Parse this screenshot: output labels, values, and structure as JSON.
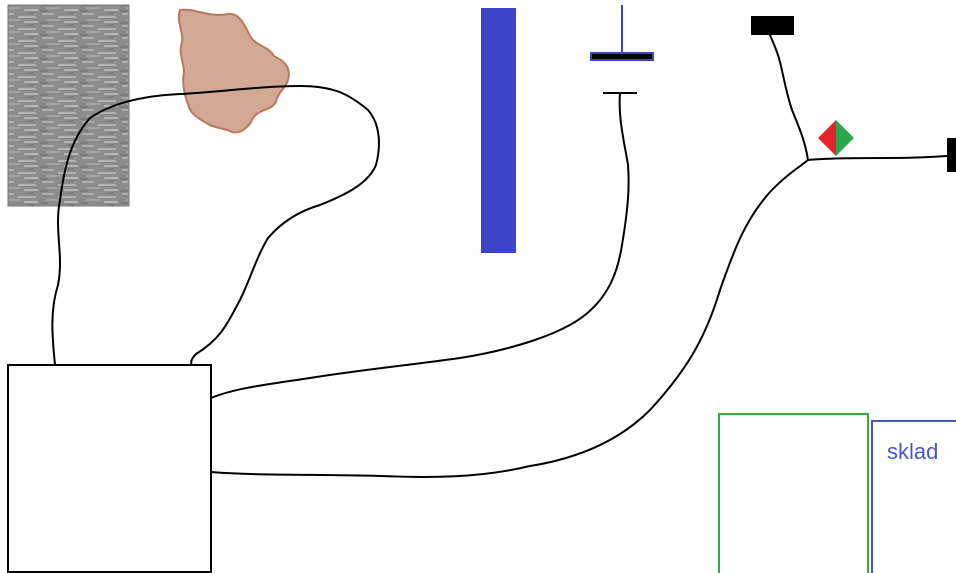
{
  "colors": {
    "background": "#ffffff",
    "line": "#000000",
    "texture": "#8c8c8c",
    "blob_fill": "#d1a894",
    "blob_stroke": "#b87a5c",
    "blue_bar": "#3c45c8",
    "signal_red": "#e4232c",
    "signal_green": "#2aa84a",
    "green_box": "#3aaa3a",
    "blue_box": "#4a55c8",
    "sklad_text": "#4a55c8"
  },
  "icons": {
    "textured_block": "textured-rectangle",
    "blob": "organic-blob-shape",
    "bar": "blue-vertical-bar",
    "ground": "ground-symbol-icon",
    "signal": "signal-diamond-icon"
  },
  "labels": {
    "sklad": "sklad"
  }
}
